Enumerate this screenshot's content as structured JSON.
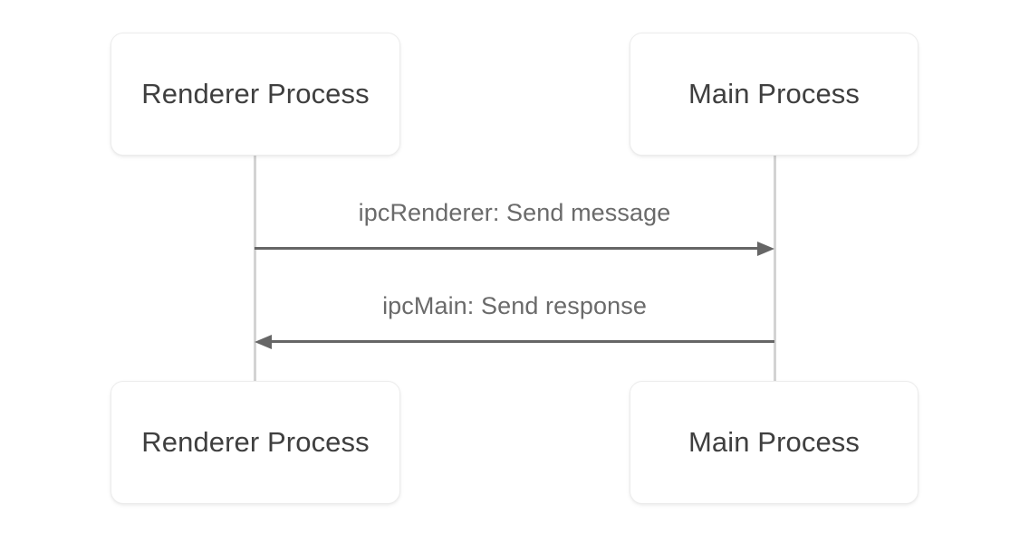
{
  "diagram": {
    "type": "sequence-diagram",
    "background_color": "#ffffff",
    "participants": [
      {
        "id": "renderer",
        "label": "Renderer Process",
        "lifeline_color": "#d3d3d3",
        "box_border_color": "#ececec",
        "text_color": "#3f3f3f"
      },
      {
        "id": "main",
        "label": "Main Process",
        "lifeline_color": "#d3d3d3",
        "box_border_color": "#ececec",
        "text_color": "#3f3f3f"
      }
    ],
    "messages": [
      {
        "from": "renderer",
        "to": "main",
        "direction": "right",
        "label": "ipcRenderer: Send message",
        "line_color": "#666666",
        "text_color": "#6a6a6a"
      },
      {
        "from": "main",
        "to": "renderer",
        "direction": "left",
        "label": "ipcMain: Send response",
        "line_color": "#666666",
        "text_color": "#6a6a6a"
      }
    ]
  }
}
